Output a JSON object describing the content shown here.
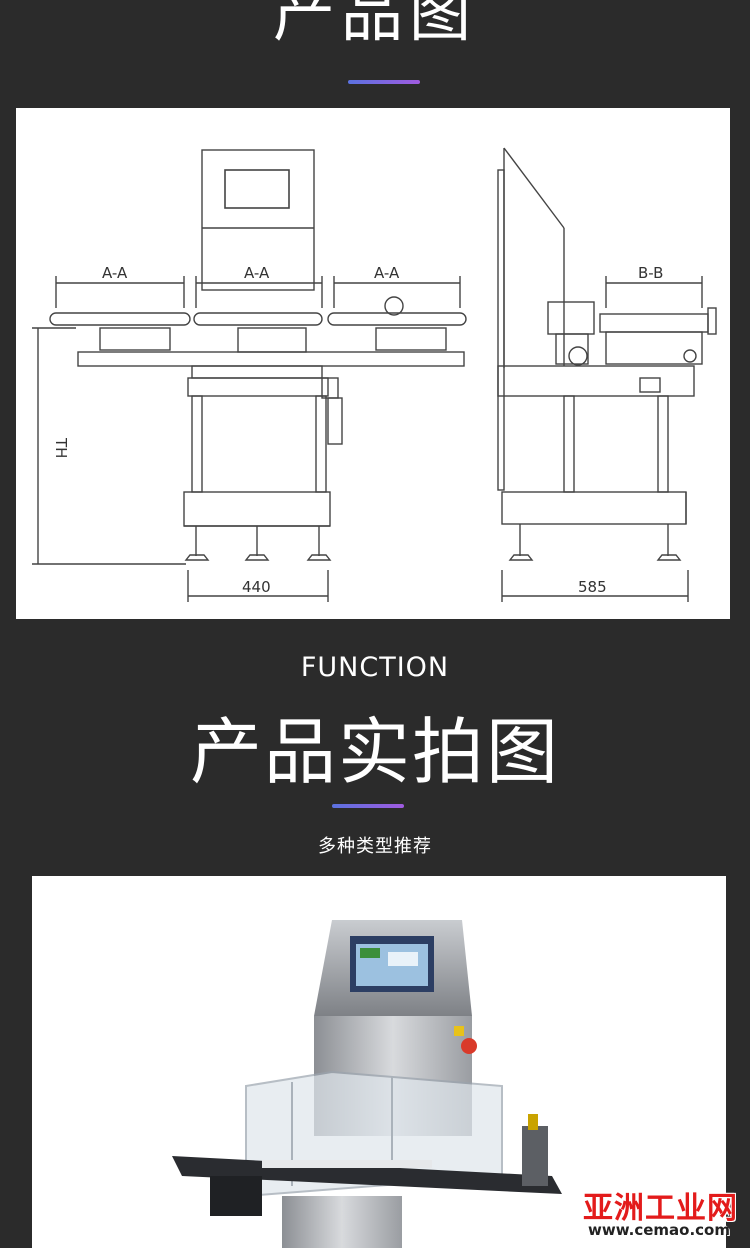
{
  "header": {
    "title": "产品图"
  },
  "drawing": {
    "labels": {
      "aa1": "A-A",
      "aa2": "A-A",
      "aa3": "A-A",
      "bb": "B-B",
      "th": "TH",
      "w1": "440",
      "w2": "585"
    }
  },
  "section2": {
    "kicker": "FUNCTION",
    "title": "产品实拍图",
    "subtitle": "多种类型推荐"
  },
  "watermark": {
    "brand": "亚洲工业网",
    "site": "www.cemao.com"
  },
  "colors": {
    "background": "#2b2b2b",
    "accent_start": "#5b72e0",
    "accent_end": "#a05be0",
    "watermark": "#e31b1b"
  }
}
